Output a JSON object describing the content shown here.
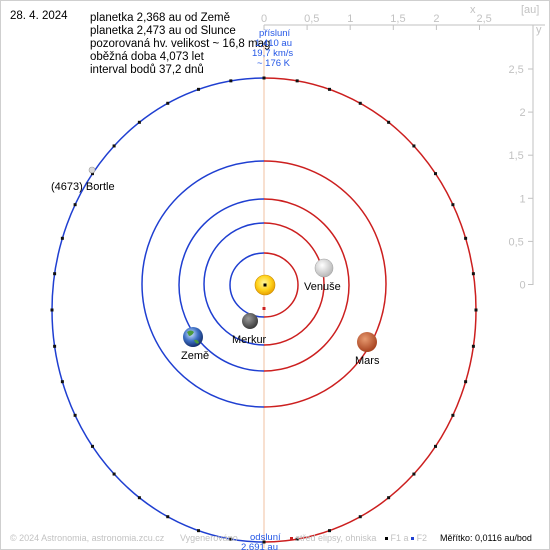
{
  "header": {
    "date": "28. 4. 2024",
    "lines": [
      "planetka 2,368 au od Země",
      "planetka 2,473 au od Slunce",
      "pozorovaná hv. velikost ~ 16,8 mag",
      "oběžná doba 4,073 let",
      "interval bodů 37,2 dnů"
    ]
  },
  "axes": {
    "unit_label": "[au]",
    "x_label": "x",
    "y_label": "y",
    "x_ticks": [
      "0",
      "0,5",
      "1",
      "1,5",
      "2",
      "2,5"
    ],
    "y_ticks": [
      "2,5",
      "2",
      "1,5",
      "1",
      "0,5",
      "0"
    ]
  },
  "bodies": {
    "asteroid": "(4673) Bortle",
    "venus": "Venuše",
    "mercury": "Merkur",
    "earth": "Země",
    "mars": "Mars"
  },
  "perihelion": {
    "title": "přísluní",
    "distance": "1,410 au",
    "speed": "19,7 km/s",
    "temperature": "~ 176 K"
  },
  "aphelion": {
    "title": "odsluní",
    "distance": "2,691 au"
  },
  "footer": {
    "copyright": "© 2024 Astronomia, astronomia.zcu.cz",
    "generated": "Vygenerováno",
    "legend_center": "střed elipsy, ohniska",
    "legend_f1": "F1 a",
    "legend_f2": "F2",
    "scale": "Měřítko: 0,0116 au/bod"
  },
  "colors": {
    "orbit_blue": "#1f3fd1",
    "orbit_red": "#cc1f1f",
    "axis_gray": "#c2c2c2",
    "apsis_line": "#f2c2a0",
    "label_blue": "#2457e6"
  }
}
